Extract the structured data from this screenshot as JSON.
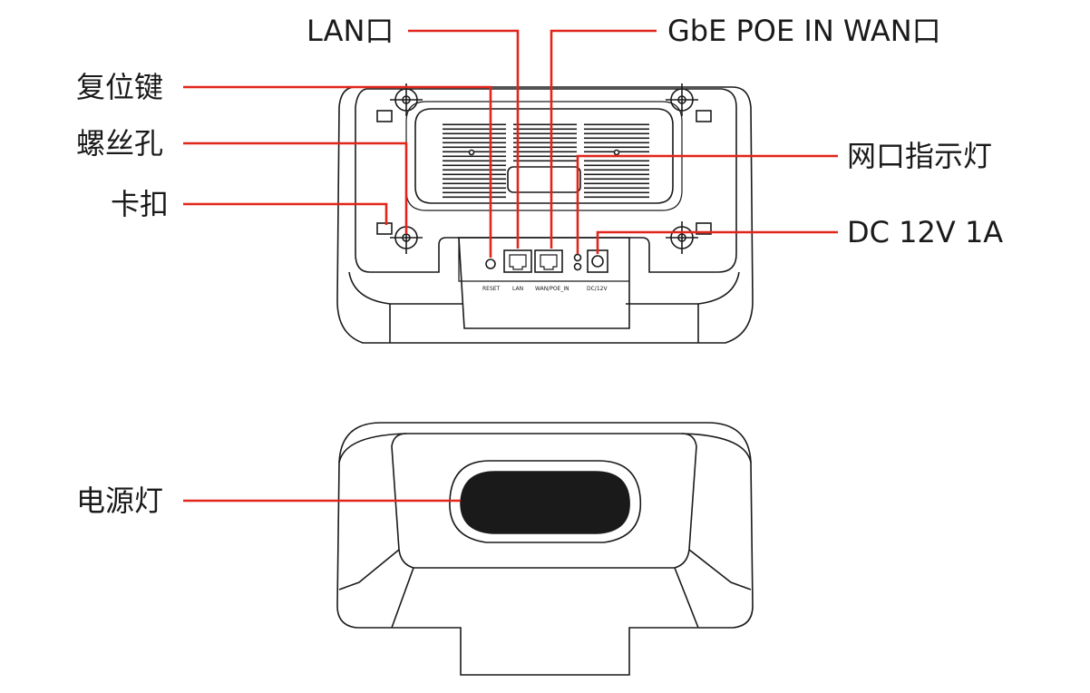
{
  "callouts": {
    "lan_port": "LAN口",
    "wan_port": "GbE POE IN WAN口",
    "reset_button": "复位键",
    "screw_hole": "螺丝孔",
    "clip": "卡扣",
    "port_led": "网口指示灯",
    "dc_input": "DC 12V 1A",
    "power_led": "电源灯"
  },
  "port_labels": {
    "reset": "RESET",
    "lan": "LAN",
    "wan": "WAN/POE_IN",
    "dc": "DC/12V"
  },
  "colors": {
    "leader_line": "#e1251b",
    "outline": "#1a1a1a",
    "text": "#1a1a1a"
  }
}
